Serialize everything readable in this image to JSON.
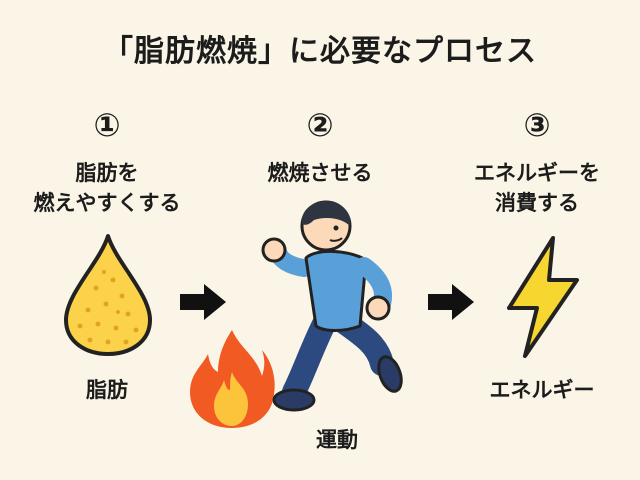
{
  "title": "「脂肪燃焼」に必要なプロセス",
  "steps": [
    {
      "number": "①",
      "caption_line1": "脂肪を",
      "caption_line2": "燃えやすくする",
      "label": "脂肪"
    },
    {
      "number": "②",
      "caption_line1": "燃焼させる",
      "label": "運動"
    },
    {
      "number": "③",
      "caption_line1": "エネルギーを",
      "caption_line2": "消費する",
      "label": "エネルギー"
    }
  ],
  "colors": {
    "background": "#faf5e6",
    "fat_fill": "#fbd24a",
    "shirt": "#5aa0d8",
    "pants": "#2d4a80",
    "flame_outer": "#f15a22",
    "flame_inner": "#fbc43a",
    "lightning": "#f8d630",
    "arrow": "#111111"
  }
}
